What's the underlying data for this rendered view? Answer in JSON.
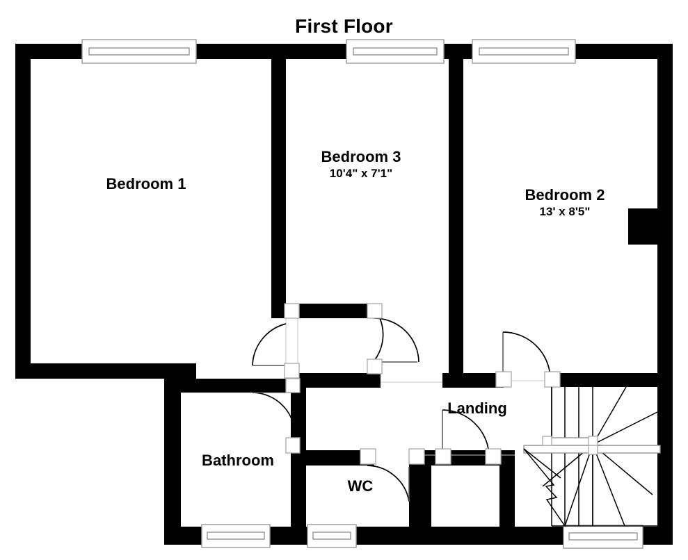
{
  "plan": {
    "title": "First Floor",
    "rooms": [
      {
        "key": "bedroom1",
        "name": "Bedroom 1",
        "dims": ""
      },
      {
        "key": "bedroom3",
        "name": "Bedroom 3",
        "dims": "10'4\" x 7'1\""
      },
      {
        "key": "bedroom2",
        "name": "Bedroom 2",
        "dims": "13' x 8'5\""
      },
      {
        "key": "bathroom",
        "name": "Bathroom",
        "dims": ""
      },
      {
        "key": "wc",
        "name": "WC",
        "dims": ""
      },
      {
        "key": "landing",
        "name": "Landing",
        "dims": ""
      }
    ],
    "colors": {
      "wall": "#000000",
      "background": "#ffffff",
      "text": "#000000",
      "window_outline": "#8c8c8c"
    },
    "features": {
      "windows": 6,
      "doors": 5,
      "staircase": "winder-staircase"
    }
  }
}
